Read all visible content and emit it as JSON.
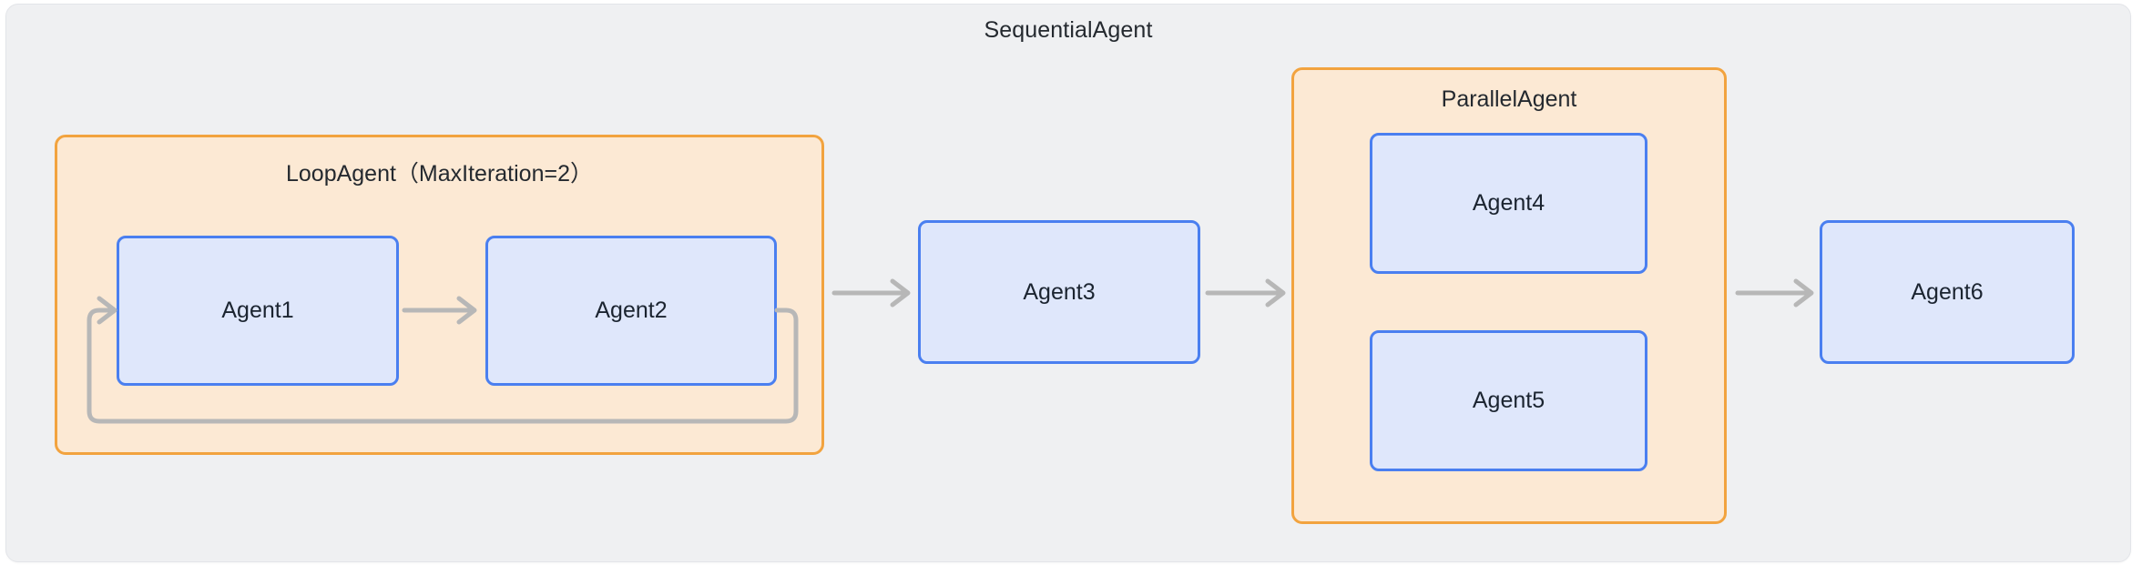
{
  "diagram": {
    "type": "agent-orchestration-flow",
    "root": {
      "label": "SequentialAgent",
      "style": "outer-container",
      "fill": "#eff0f2",
      "border": "#e3e5e9"
    },
    "groups": [
      {
        "id": "loop-group",
        "label": "LoopAgent（MaxIteration=2）",
        "kind": "LoopAgent",
        "max_iteration": "2",
        "fill": "#fce9d4",
        "border": "#f2a33f"
      },
      {
        "id": "parallel-group",
        "label": "ParallelAgent",
        "kind": "ParallelAgent",
        "fill": "#fce9d4",
        "border": "#f2a33f"
      }
    ],
    "nodes": [
      {
        "id": "agent1",
        "label": "Agent1",
        "parent": "loop-group",
        "fill": "#dfe7fb",
        "border": "#4a7ff0"
      },
      {
        "id": "agent2",
        "label": "Agent2",
        "parent": "loop-group",
        "fill": "#dfe7fb",
        "border": "#4a7ff0"
      },
      {
        "id": "agent3",
        "label": "Agent3",
        "parent": "root",
        "fill": "#dfe7fb",
        "border": "#4a7ff0"
      },
      {
        "id": "agent4",
        "label": "Agent4",
        "parent": "parallel-group",
        "fill": "#dfe7fb",
        "border": "#4a7ff0"
      },
      {
        "id": "agent5",
        "label": "Agent5",
        "parent": "parallel-group",
        "fill": "#dfe7fb",
        "border": "#4a7ff0"
      },
      {
        "id": "agent6",
        "label": "Agent6",
        "parent": "root",
        "fill": "#dfe7fb",
        "border": "#4a7ff0"
      }
    ],
    "edges": [
      {
        "from": "agent1",
        "to": "agent2",
        "kind": "straight-arrow",
        "color": "#b7b7b7"
      },
      {
        "from": "loop-group",
        "to": "agent3",
        "kind": "straight-arrow",
        "color": "#b7b7b7"
      },
      {
        "from": "agent3",
        "to": "parallel-group",
        "kind": "straight-arrow",
        "color": "#b7b7b7"
      },
      {
        "from": "parallel-group",
        "to": "agent6",
        "kind": "straight-arrow",
        "color": "#b7b7b7"
      },
      {
        "from": "agent2",
        "to": "agent1",
        "kind": "loop-back",
        "color": "#b7b7b7"
      }
    ]
  }
}
